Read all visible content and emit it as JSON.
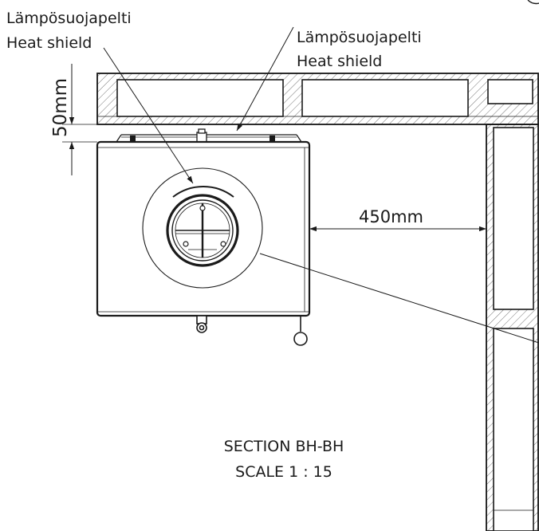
{
  "labels": {
    "shield_left_fi": "Lämpösuojapelti",
    "shield_left_en": "Heat shield",
    "shield_right_fi": "Lämpösuojapelti",
    "shield_right_en": "Heat shield",
    "dim_gap_wall": "50mm",
    "dim_gap_side": "450mm",
    "section_title": "SECTION BH-BH",
    "section_scale": "SCALE 1 : 15"
  },
  "colors": {
    "ink": "#1a1a1a",
    "paper": "#ffffff"
  }
}
